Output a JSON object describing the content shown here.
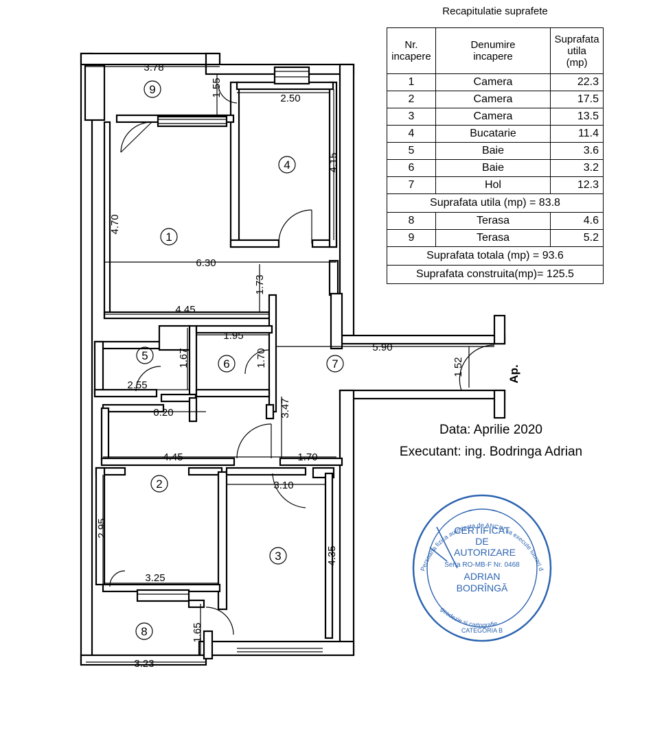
{
  "recap": {
    "title": "Recapitulatie suprafete",
    "headers": {
      "nr_line1": "Nr.",
      "nr_line2": "incapere",
      "name_line1": "Denumire",
      "name_line2": "incapere",
      "area_line1": "Suprafata",
      "area_line2": "utila",
      "area_line3": "(mp)"
    },
    "rows_utila": [
      {
        "nr": "1",
        "name": "Camera",
        "area": "22.3"
      },
      {
        "nr": "2",
        "name": "Camera",
        "area": "17.5"
      },
      {
        "nr": "3",
        "name": "Camera",
        "area": "13.5"
      },
      {
        "nr": "4",
        "name": "Bucatarie",
        "area": "11.4"
      },
      {
        "nr": "5",
        "name": "Baie",
        "area": "3.6"
      },
      {
        "nr": "6",
        "name": "Baie",
        "area": "3.2"
      },
      {
        "nr": "7",
        "name": "Hol",
        "area": "12.3"
      }
    ],
    "sum_utila": "Suprafata utila (mp) = 83.8",
    "rows_terase": [
      {
        "nr": "8",
        "name": "Terasa",
        "area": "4.6"
      },
      {
        "nr": "9",
        "name": "Terasa",
        "area": "5.2"
      }
    ],
    "sum_totala": "Suprafata totala (mp) = 93.6",
    "sum_construita": "Suprafata construita(mp)= 125.5"
  },
  "info": {
    "date": "Data: Aprilie 2020",
    "author": "Executant: ing. Bodringa  Adrian"
  },
  "plan": {
    "entrance": "Ap.",
    "rooms": {
      "r1": "1",
      "r2": "2",
      "r3": "3",
      "r4": "4",
      "r5": "5",
      "r6": "6",
      "r7": "7",
      "r8": "8",
      "r9": "9"
    },
    "dims": {
      "d378": "3.78",
      "d155": "1.55",
      "d250": "2.50",
      "d415": "4.15",
      "d470": "4.70",
      "d630": "6.30",
      "d173": "1.73",
      "d445a": "4.45",
      "d195": "1.95",
      "d170v": "1.70",
      "d167": "1.67",
      "d255": "2.55",
      "d590": "5.90",
      "d152": "1.52",
      "d020": "0.20",
      "d347": "3.47",
      "d445b": "4.45",
      "d170h": "1.70",
      "d310": "3.10",
      "d295": "2.95",
      "d435": "4.35",
      "d325": "3.25",
      "d165": "1.65",
      "d323": "3.23"
    }
  },
  "stamp": {
    "line1": "CERTIFICAT",
    "line2": "DE",
    "line3": "AUTORIZARE",
    "line4": "Seria RO-MB-F  Nr. 0468",
    "line5": "ADRIAN",
    "line6": "BODRÎNGĂ",
    "ring_left": "Persoana fizica autorizata de ANCPI sa execute lucrari de cadastru,",
    "ring_right": "geodezie si cartografie",
    "ring_bottom": "CATEGORIA B",
    "color": "#2b63b0"
  }
}
